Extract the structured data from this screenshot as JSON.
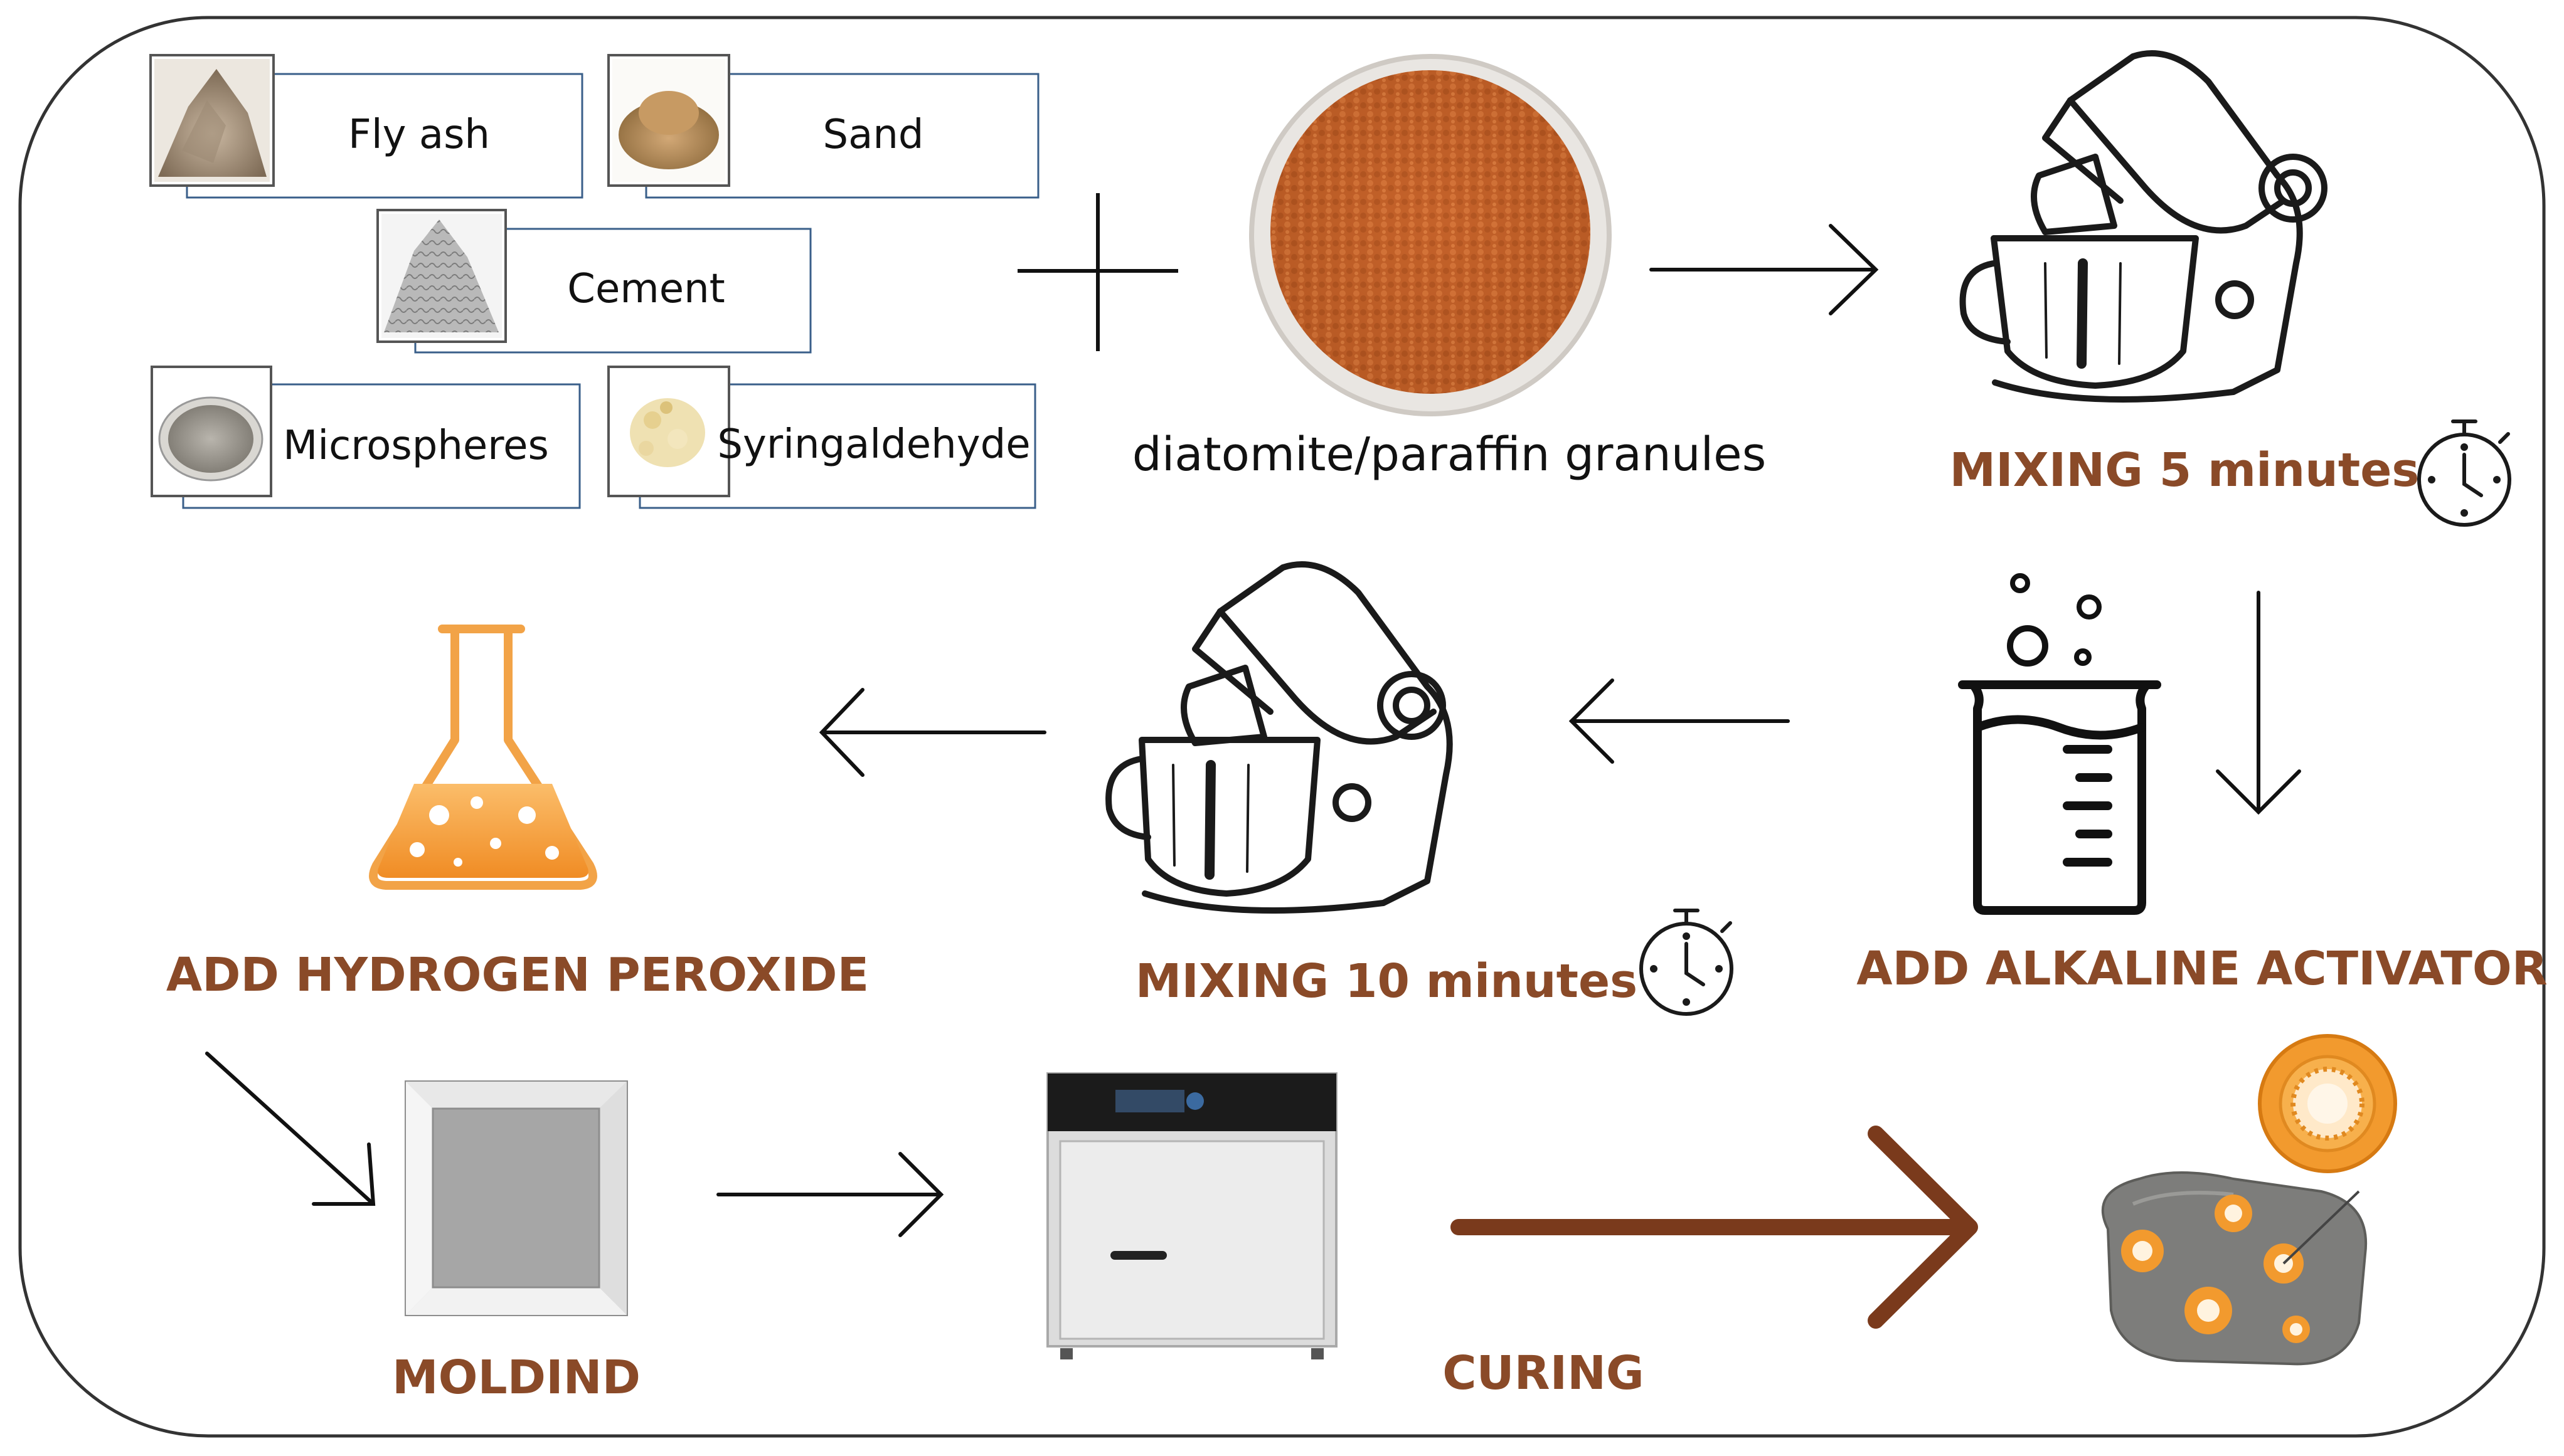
{
  "ingredients": {
    "fly_ash": "Fly ash",
    "sand": "Sand",
    "cement": "Cement",
    "microspheres": "Microspheres",
    "syringaldehyde": "Syringaldehyde"
  },
  "granules_label": "diatomite/paraffin granules",
  "steps": {
    "mixing_5": "MIXING 5 minutes",
    "add_alkaline": "ADD ALKALINE ACTIVATOR",
    "mixing_10": "MIXING 10 minutes",
    "add_peroxide": "ADD HYDROGEN PEROXIDE",
    "molding": "MOLDIND",
    "curing": "CURING"
  },
  "colors": {
    "step_text": "#8a4a28",
    "curing_arrow": "#7a3a1c",
    "granules": "#c0602a",
    "flask_liquid": "#f7a94a",
    "orange_accent": "#f29a2e",
    "stone": "#7d7d7b"
  }
}
